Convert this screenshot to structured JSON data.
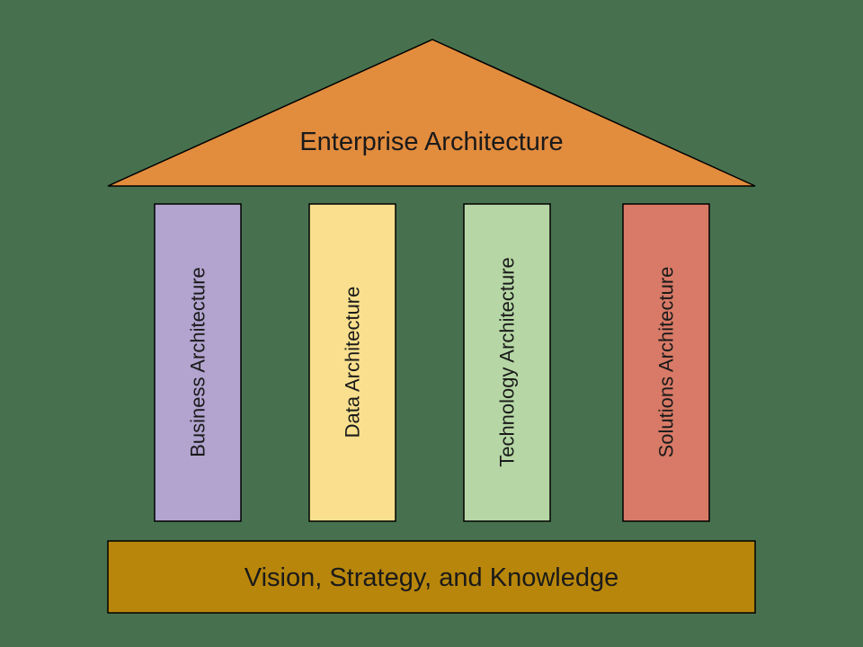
{
  "diagram": {
    "name": "enterprise-architecture-temple",
    "roof": {
      "label": "Enterprise Architecture",
      "color": "#E28C3E"
    },
    "pillars": [
      {
        "label": "Business Architecture",
        "color": "#B2A4CF"
      },
      {
        "label": "Data Architecture",
        "color": "#FAE08E"
      },
      {
        "label": "Technology Architecture",
        "color": "#B6D7A5"
      },
      {
        "label": "Solutions Architecture",
        "color": "#D87A67"
      }
    ],
    "base": {
      "label": "Vision, Strategy, and Knowledge",
      "color": "#B8860B"
    },
    "colors": {
      "background": "#47714E",
      "outline": "#000000",
      "text": "#1A1A1A"
    }
  }
}
